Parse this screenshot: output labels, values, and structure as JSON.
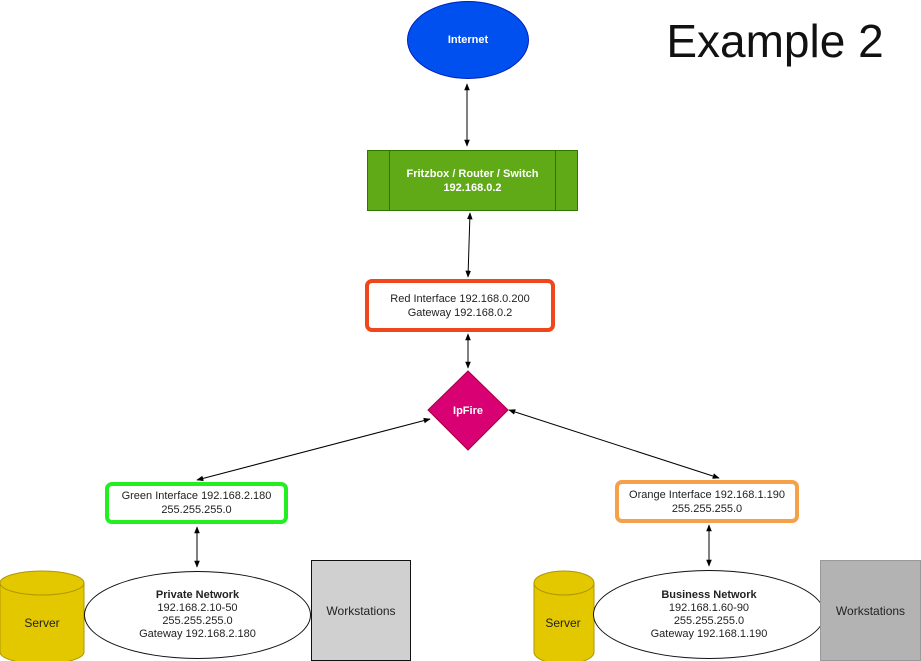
{
  "title": "Example 2",
  "nodes": {
    "internet": {
      "label": "Internet"
    },
    "router": {
      "line1": "Fritzbox / Router / Switch",
      "line2": "192.168.0.2"
    },
    "red_interface": {
      "line1": "Red Interface 192.168.0.200",
      "line2": "Gateway 192.168.0.2"
    },
    "ipfire": {
      "label": "IpFire"
    },
    "green_interface": {
      "line1": "Green Interface 192.168.2.180",
      "line2": "255.255.255.0"
    },
    "orange_interface": {
      "line1": "Orange Interface 192.168.1.190",
      "line2": "255.255.255.0"
    },
    "private_network": {
      "name": "Private Network",
      "line1": "192.168.2.10-50",
      "line2": "255.255.255.0",
      "line3": "Gateway 192.168.2.180"
    },
    "business_network": {
      "name": "Business Network",
      "line1": "192.168.1.60-90",
      "line2": "255.255.255.0",
      "line3": "Gateway 192.168.1.190"
    },
    "server_left": {
      "label": "Server"
    },
    "server_right": {
      "label": "Server"
    },
    "workstations_left": {
      "label": "Workstations"
    },
    "workstations_right": {
      "label": "Workstations"
    }
  },
  "colors": {
    "internet": "#0050ef",
    "router": "#60a917",
    "red_interface": "#f0461b",
    "ipfire": "#d80073",
    "green_interface": "#22ee22",
    "orange_interface": "#f5a14a",
    "server": "#e3c800"
  }
}
